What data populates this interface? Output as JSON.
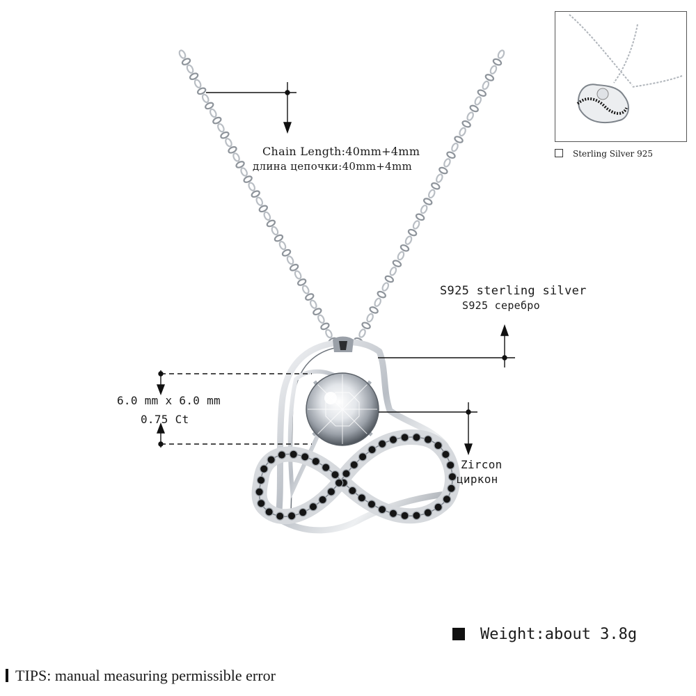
{
  "chain_label": {
    "line1": "Chain Length:40mm+4mm",
    "line2": "длина цепочки:40mm+4mm"
  },
  "silver_label": {
    "line1": "S925 sterling silver",
    "line2": "S925 серебро"
  },
  "stone_label": {
    "line1": "6.0 mm x 6.0 mm",
    "line2": "0.75 Ct"
  },
  "zircon_label": {
    "line1": "Zircon",
    "line2": "циркон"
  },
  "thumbnail": {
    "caption": "Sterling Silver 925"
  },
  "weight": "Weight:about 3.8g",
  "tips": "TIPS: manual measuring permissible error",
  "colors": {
    "silver": "#c8ccd2",
    "silver_dark": "#7e848c",
    "black_stone": "#151515",
    "text": "#1a1a1a"
  }
}
